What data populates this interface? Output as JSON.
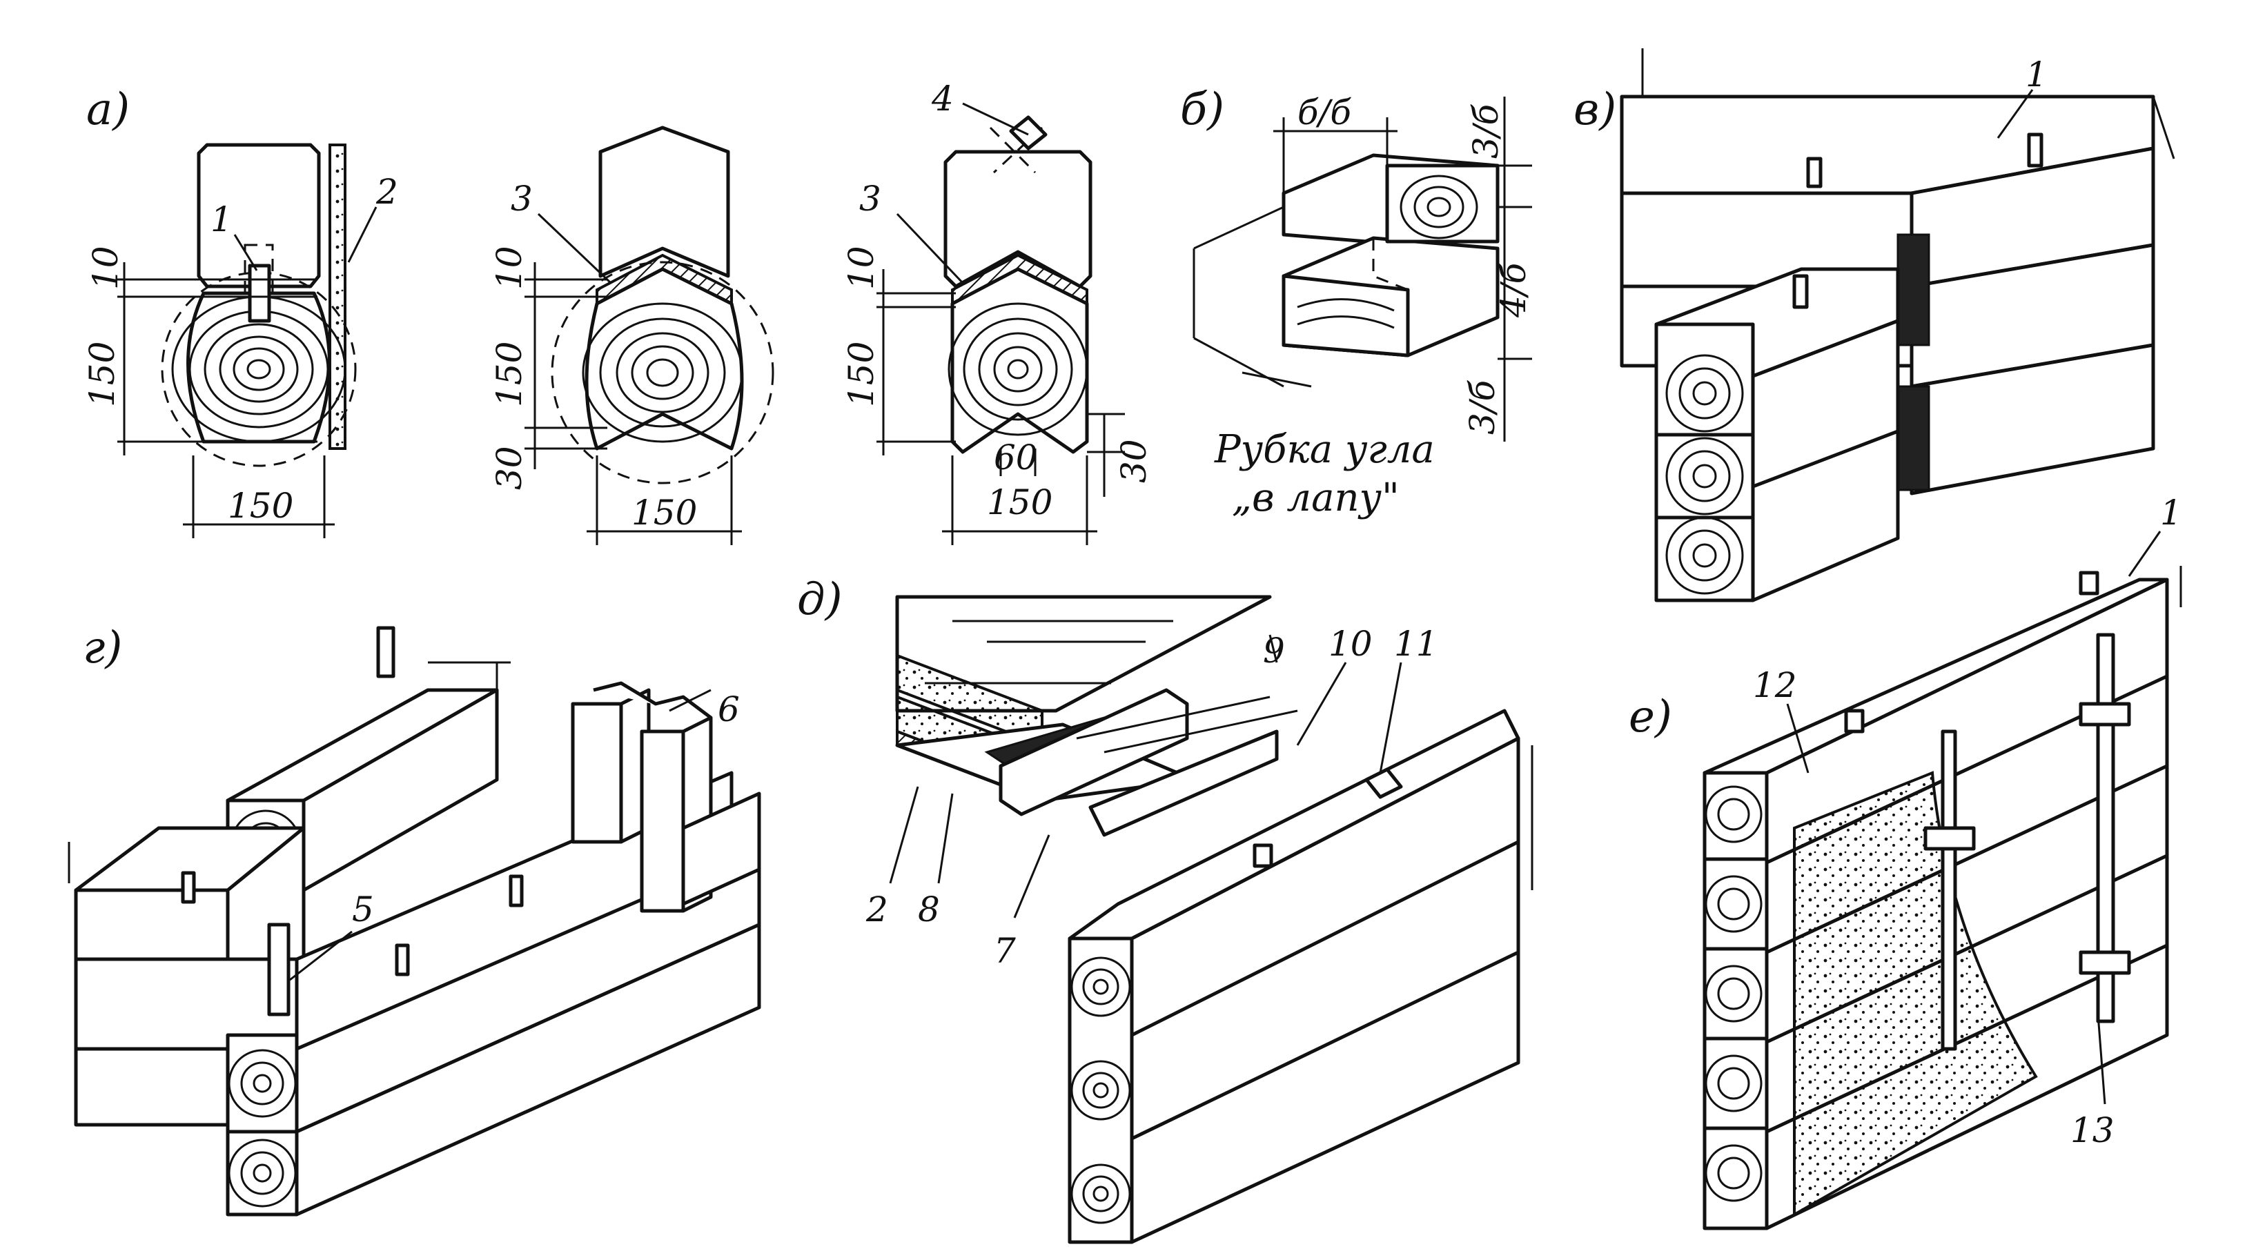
{
  "panels": {
    "a": "а)",
    "b": "б)",
    "v": "в)",
    "g": "г)",
    "d": "д)",
    "e": "е)"
  },
  "callouts": {
    "c1_a": "1",
    "c2_a": "2",
    "c3_a2": "3",
    "c3_a3": "3",
    "c4": "4",
    "c1_v": "1",
    "c6": "6",
    "c5": "5",
    "c9": "9",
    "c10": "10",
    "c11": "11",
    "c2_d": "2",
    "c8": "8",
    "c7": "7",
    "c1_e": "1",
    "c12": "12",
    "c13": "13"
  },
  "dimensions": {
    "a1_10": "10",
    "a1_150v": "150",
    "a1_150h": "150",
    "a2_10": "10",
    "a2_150v": "150",
    "a2_30": "30",
    "a2_150h": "150",
    "a3_10": "10",
    "a3_150v": "150",
    "a3_60": "60",
    "a3_150h": "150",
    "a3_30": "30",
    "b_top": "б/б",
    "b_r1": "3/б",
    "b_r2": "4/б",
    "b_r3": "3/б"
  },
  "caption": {
    "line1": "Рубка угла",
    "line2": "„в лапу\""
  }
}
